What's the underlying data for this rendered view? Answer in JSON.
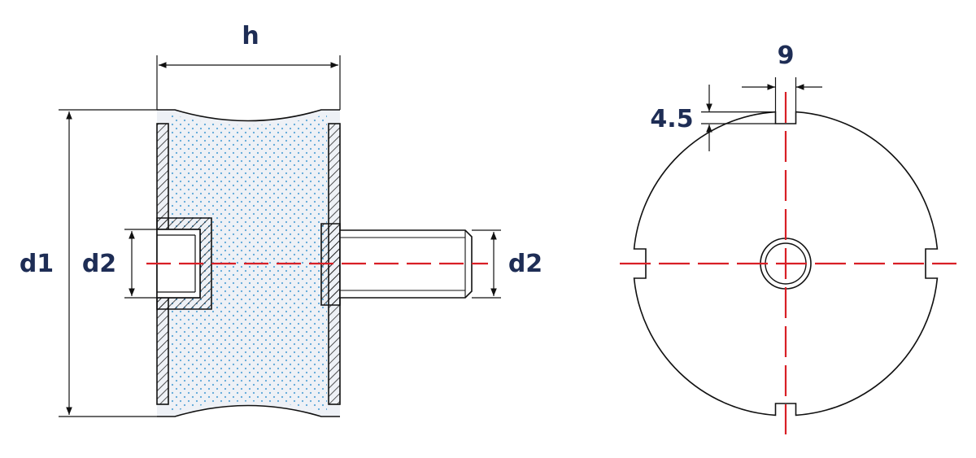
{
  "colors": {
    "outline": "#111111",
    "centerline": "#d81f26",
    "rubber_fill": "#eef1f6",
    "rubber_dots": "#5aa6d8",
    "label": "#1e2d55"
  },
  "side_view": {
    "label_h": "h",
    "label_d1": "d1",
    "label_d2_left": "d2",
    "label_d2_right": "d2"
  },
  "front_view": {
    "label_slot_width": "9",
    "label_slot_depth": "4.5"
  }
}
